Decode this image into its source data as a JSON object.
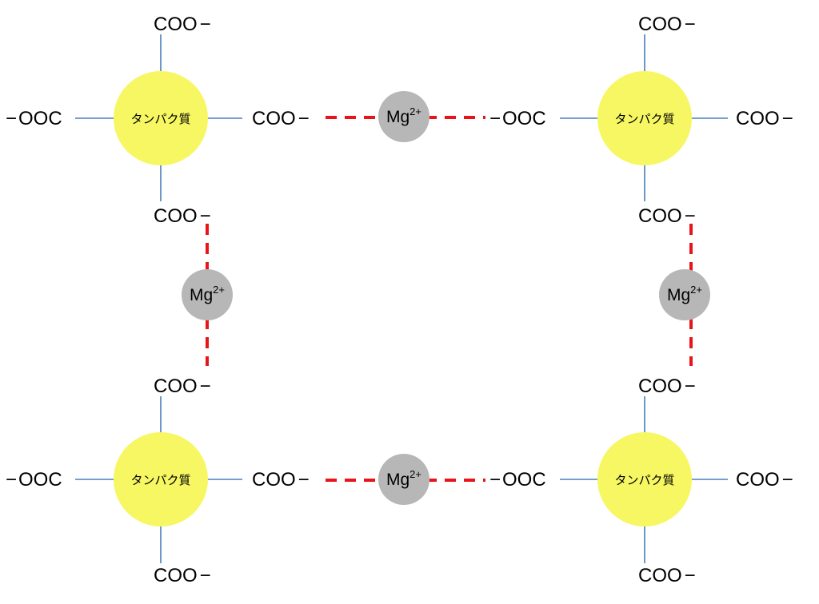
{
  "protein_label": "タンパク質",
  "carboxylate": {
    "base": "COO",
    "charge": "−"
  },
  "carboxylate_left": {
    "charge": "−",
    "base": "OOC"
  },
  "magnesium": {
    "symbol": "Mg",
    "charge": "2+"
  },
  "colors": {
    "protein_fill": "#f7f763",
    "magnesium_fill": "#b7b7b7",
    "bond_line": "#4a7ebb",
    "ionic_dash": "#e8141a"
  }
}
